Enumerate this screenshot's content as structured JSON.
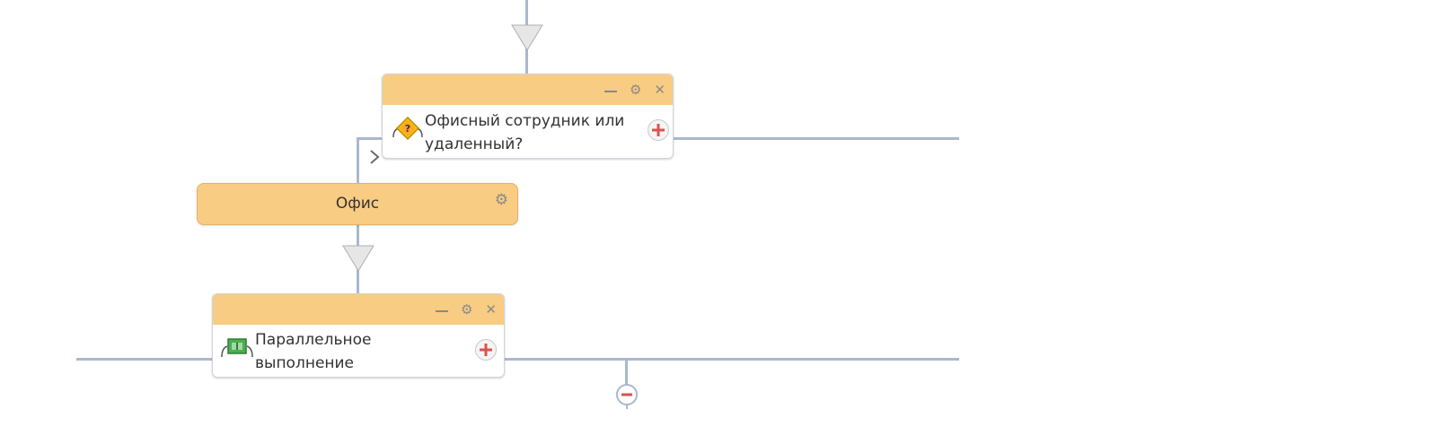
{
  "nodes": {
    "condition": {
      "title_line1": "Офисный сотрудник или",
      "title_line2": "удаленный?",
      "icon": "condition-diamond-icon"
    },
    "branch": {
      "label": "Офис"
    },
    "parallel": {
      "title_line1": "Параллельное",
      "title_line2": "выполнение",
      "icon": "parallel-execution-icon"
    }
  },
  "controls": {
    "minimize": "—",
    "settings": "⚙",
    "close": "✕"
  },
  "colors": {
    "header": "#f8cc82",
    "connector": "#a9b8cf",
    "add_plus": "#d9534f"
  }
}
